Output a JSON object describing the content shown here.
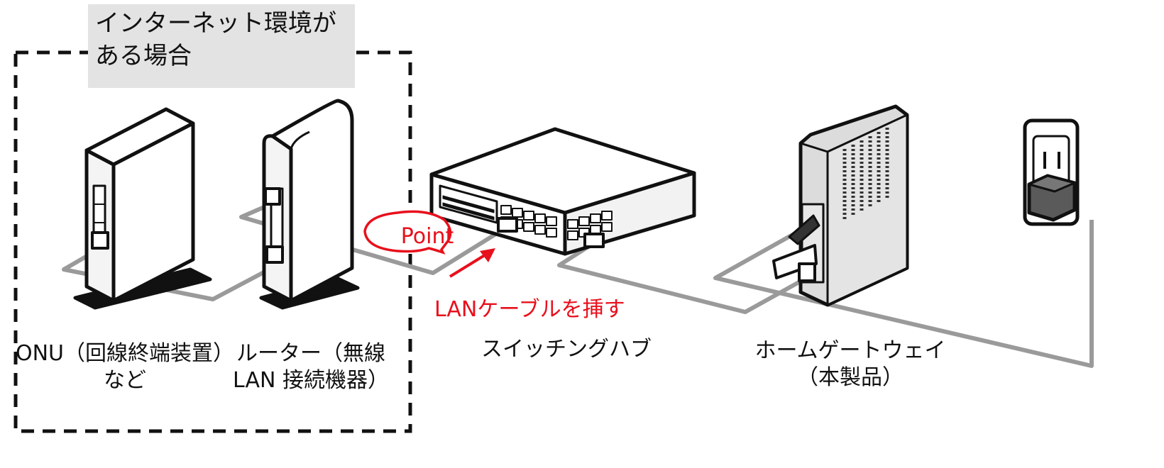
{
  "group": {
    "title_line1": "インターネット環境が",
    "title_line2": "ある場合"
  },
  "devices": {
    "onu": {
      "line1": "ONU（回線終端装置）",
      "line2": "など"
    },
    "router": {
      "line1": "ルーター（無線",
      "line2": "LAN 接続機器）"
    },
    "switch": {
      "line1": "スイッチングハブ"
    },
    "gateway": {
      "line1": "ホームゲートウェイ",
      "line2": "（本製品）"
    }
  },
  "callout": {
    "point": "Point",
    "instruction": "LANケーブルを挿す"
  },
  "colors": {
    "accent": "#e8101c",
    "cable": "#9a9a9a",
    "outline": "#111111",
    "label_bg": "#e3e3e3"
  }
}
